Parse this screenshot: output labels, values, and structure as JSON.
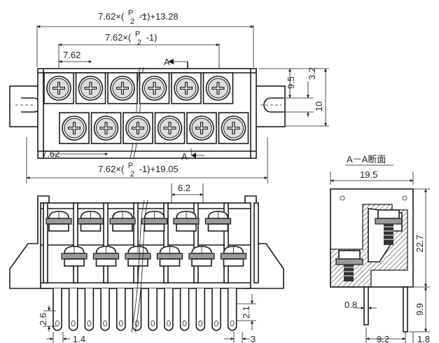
{
  "top_view": {
    "dim_overall": "7.62×( P/2 -1)+13.28",
    "dim_overall_parts": [
      "7.62×(",
      "P",
      "2",
      "-1)+13.28"
    ],
    "dim_span": [
      "7.62×(",
      "P",
      "2",
      "-1)"
    ],
    "dim_pitch": "7.62",
    "dim_pitch_bottom": "7.62",
    "dim_bottom": [
      "7.62×(",
      "P",
      "2",
      "-1)+19.05"
    ],
    "section_mark_top": "A",
    "section_mark_bottom": "A",
    "dim_right_95": "9.5",
    "dim_right_32": "3.2",
    "dim_right_10": "10",
    "upper_screws": 6,
    "lower_screws": 6
  },
  "front_view": {
    "dim_62": "6.2",
    "dim_26": "2.6",
    "dim_14": "1.4",
    "dim_21": "2.1",
    "dim_3": "3",
    "pins": 12
  },
  "section_view": {
    "title": "A－A断面",
    "dim_195": "19.5",
    "dim_227": "22.7",
    "dim_99": "9.9",
    "dim_08": "0.8",
    "dim_92": "9.2",
    "dim_18": "1.8"
  }
}
